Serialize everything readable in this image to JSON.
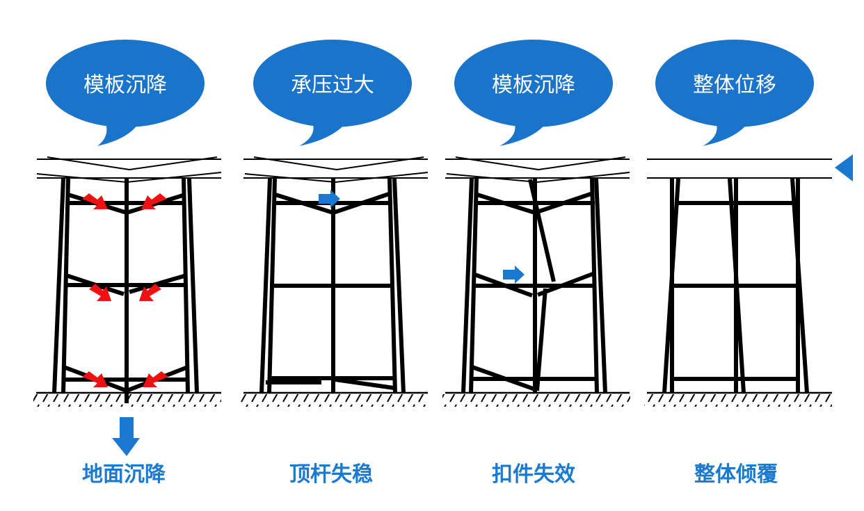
{
  "title": "模板支架失稳破坏模式示意",
  "colors": {
    "bubble": "#1a74c9",
    "label": "#1a7ad0",
    "force_arrow_red": "#ee1111",
    "indicator_arrow_blue": "#1a78d0",
    "structure": "#000000"
  },
  "panels": [
    {
      "id": "ground-settlement",
      "bubble": "模板沉降",
      "label": "地面沉降",
      "indicators": [
        "red-inward-arrows",
        "blue-down-arrow"
      ]
    },
    {
      "id": "top-bar-instability",
      "bubble": "承压过大",
      "label": "顶杆失稳",
      "indicators": [
        "blue-right-arrow"
      ]
    },
    {
      "id": "fastener-failure",
      "bubble": "模板沉降",
      "label": "扣件失效",
      "indicators": [
        "blue-right-arrow"
      ]
    },
    {
      "id": "overall-overturning",
      "bubble": "整体位移",
      "label": "整体倾覆",
      "indicators": [
        "blue-left-triangle"
      ]
    }
  ]
}
